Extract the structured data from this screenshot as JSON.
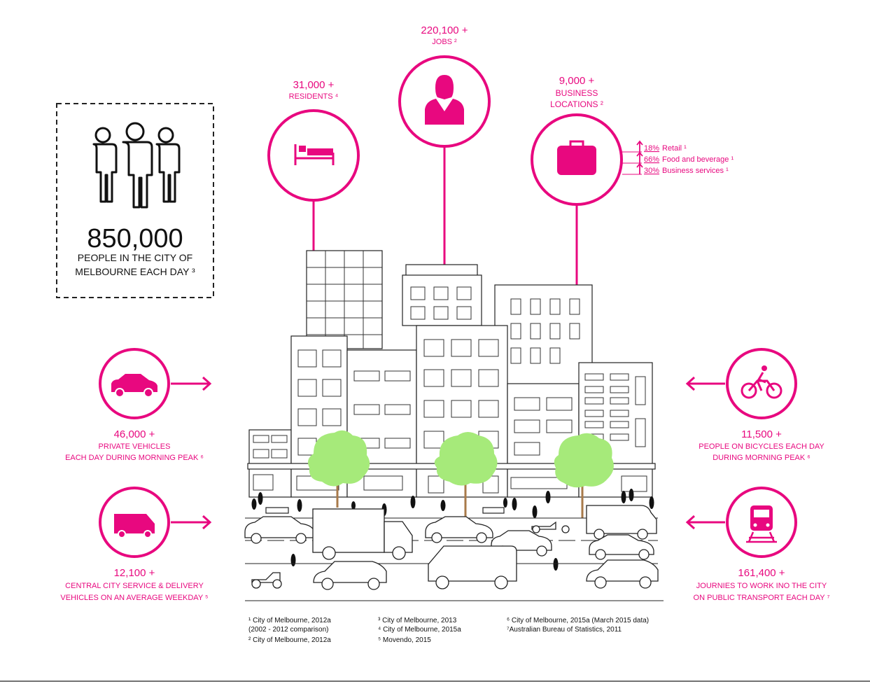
{
  "colors": {
    "accent": "#e8087f",
    "tree": "#a6ea7a",
    "ink": "#111111"
  },
  "people_box": {
    "icon": "people-icon",
    "value": "850,000",
    "line1": "PEOPLE  IN THE CITY OF",
    "line2": "MELBOURNE EACH DAY ³"
  },
  "residents": {
    "value": "31,000 +",
    "label": "RESIDENTS ⁴",
    "icon": "bed-icon"
  },
  "jobs": {
    "value": "220,100 +",
    "label": "JOBS ²",
    "icon": "worker-icon"
  },
  "business": {
    "value": "9,000 +",
    "label1": "BUSINESS",
    "label2": "LOCATIONS ²",
    "icon": "briefcase-icon",
    "breakdown": [
      {
        "pct": "18%",
        "text": "Retail ¹"
      },
      {
        "pct": "66%",
        "text": "Food and beverage ¹"
      },
      {
        "pct": "30%",
        "text": "Business services ¹"
      }
    ]
  },
  "private_vehicles": {
    "value": "46,000 +",
    "line1": "PRIVATE VEHICLES",
    "line2": "EACH DAY DURING MORNING PEAK ⁶",
    "icon": "car-icon"
  },
  "delivery": {
    "value": "12,100 +",
    "line1": "CENTRAL CITY SERVICE & DELIVERY",
    "line2": "VEHICLES ON AN AVERAGE WEEKDAY ⁵",
    "icon": "van-icon"
  },
  "bicycles": {
    "value": "11,500 +",
    "line1": "PEOPLE  ON BICYCLES EACH DAY",
    "line2": "DURING MORNING PEAK ⁶",
    "icon": "bicycle-icon"
  },
  "transport": {
    "value": "161,400 +",
    "line1": "JOURNIES TO WORK INO THE CITY",
    "line2": "ON PUBLIC TRANSPORT EACH DAY ⁷",
    "icon": "train-icon"
  },
  "footnotes": {
    "col1": [
      "¹ City of Melbourne, 2012a",
      "(2002 - 2012 comparison)",
      "² City of Melbourne, 2012a"
    ],
    "col2": [
      "³ City of Melbourne, 2013",
      "⁴ City of Melbourne, 2015a",
      "⁵ Movendo, 2015"
    ],
    "col3": [
      "⁶ City of Melbourne, 2015a (March 2015 data)",
      "⁷Australian Bureau of Statistics, 2011"
    ]
  }
}
